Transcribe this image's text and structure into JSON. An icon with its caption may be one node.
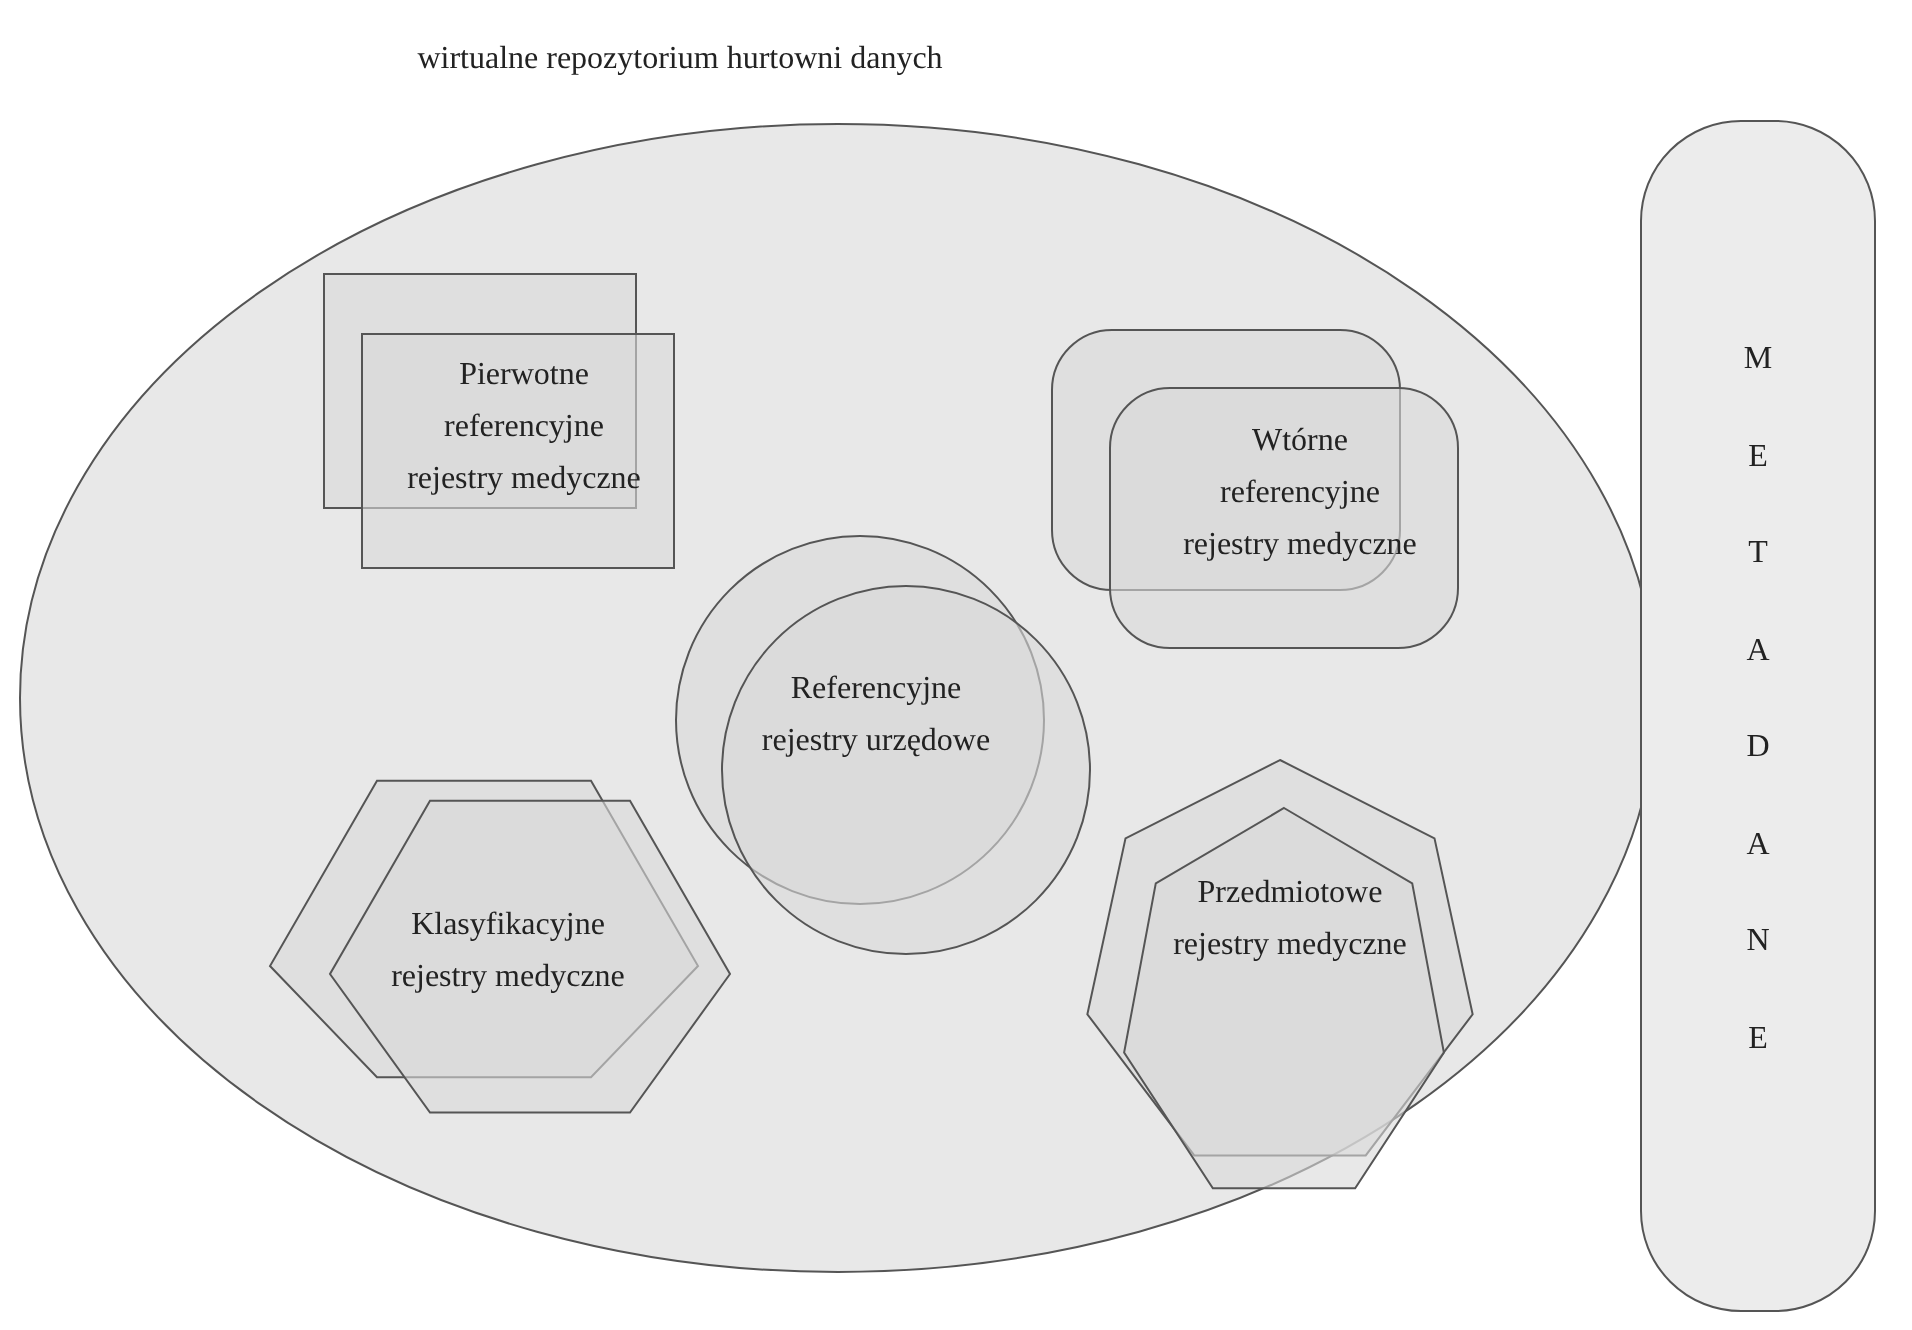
{
  "diagram": {
    "nodes": [
      {
        "text": [
          "wirtualne repozytorium hurtowni danych"
        ]
      },
      {
        "text": [
          "Pierwotne referencyjne rejestry medyczne"
        ],
        "in": 0
      },
      {
        "text": [
          "Wtórne referencyjne rejestry medyczne"
        ],
        "in": 0
      },
      {
        "text": [
          "Referencyjne rejestry urzędowe"
        ],
        "in": 0
      },
      {
        "text": [
          "Klasyfikacyjne rejestry medyczne"
        ],
        "in": 0
      },
      {
        "text": [
          "Przedmiotowe rejestry medyczne"
        ],
        "in": 0
      },
      {
        "text": [
          "METADANE"
        ]
      }
    ]
  }
}
